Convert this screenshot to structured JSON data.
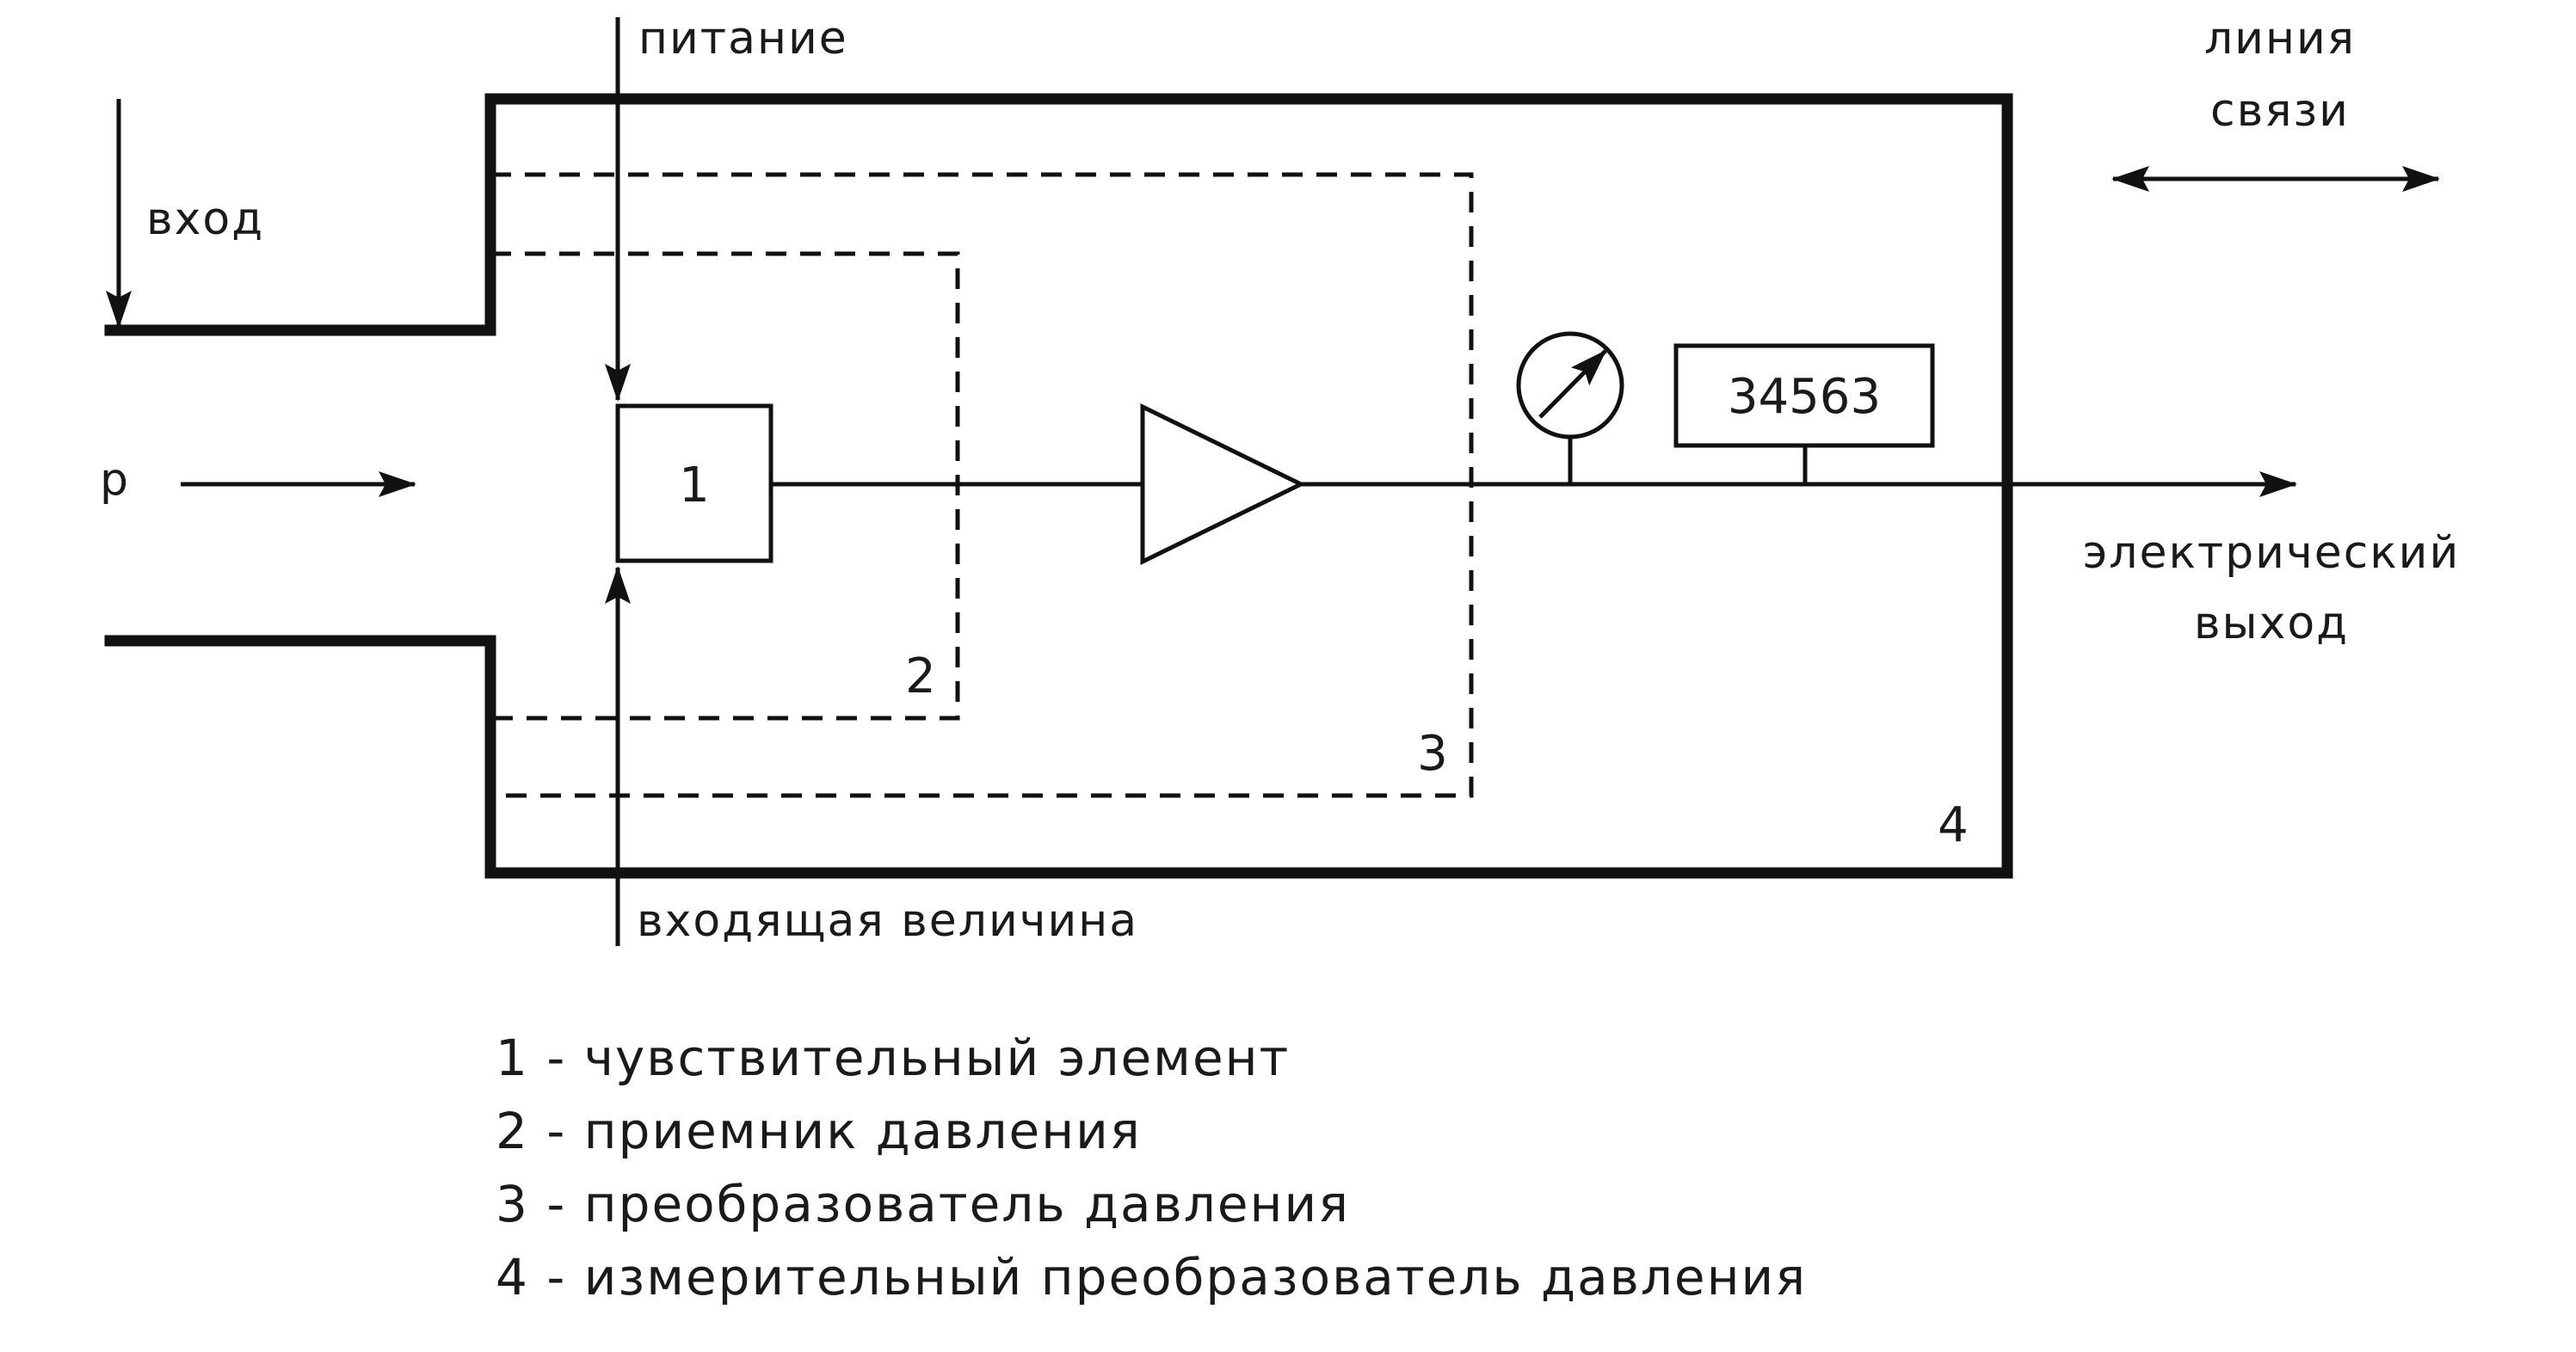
{
  "labels": {
    "power": "питание",
    "input": "вход",
    "pressure": "р",
    "measured_quantity": "входящая величина",
    "comm_line_1": "линия",
    "comm_line_2": "связи",
    "electric_out_1": "электрический",
    "electric_out_2": "выход",
    "display_value": "34563"
  },
  "blocks": {
    "sensing_element_number": "1",
    "receiver_number": "2",
    "converter_number": "3",
    "transducer_number": "4"
  },
  "legend": [
    "1 - чувствительный элемент",
    "2 - приемник давления",
    "3 - преобразователь давления",
    "4 - измерительный преобразователь давления"
  ]
}
